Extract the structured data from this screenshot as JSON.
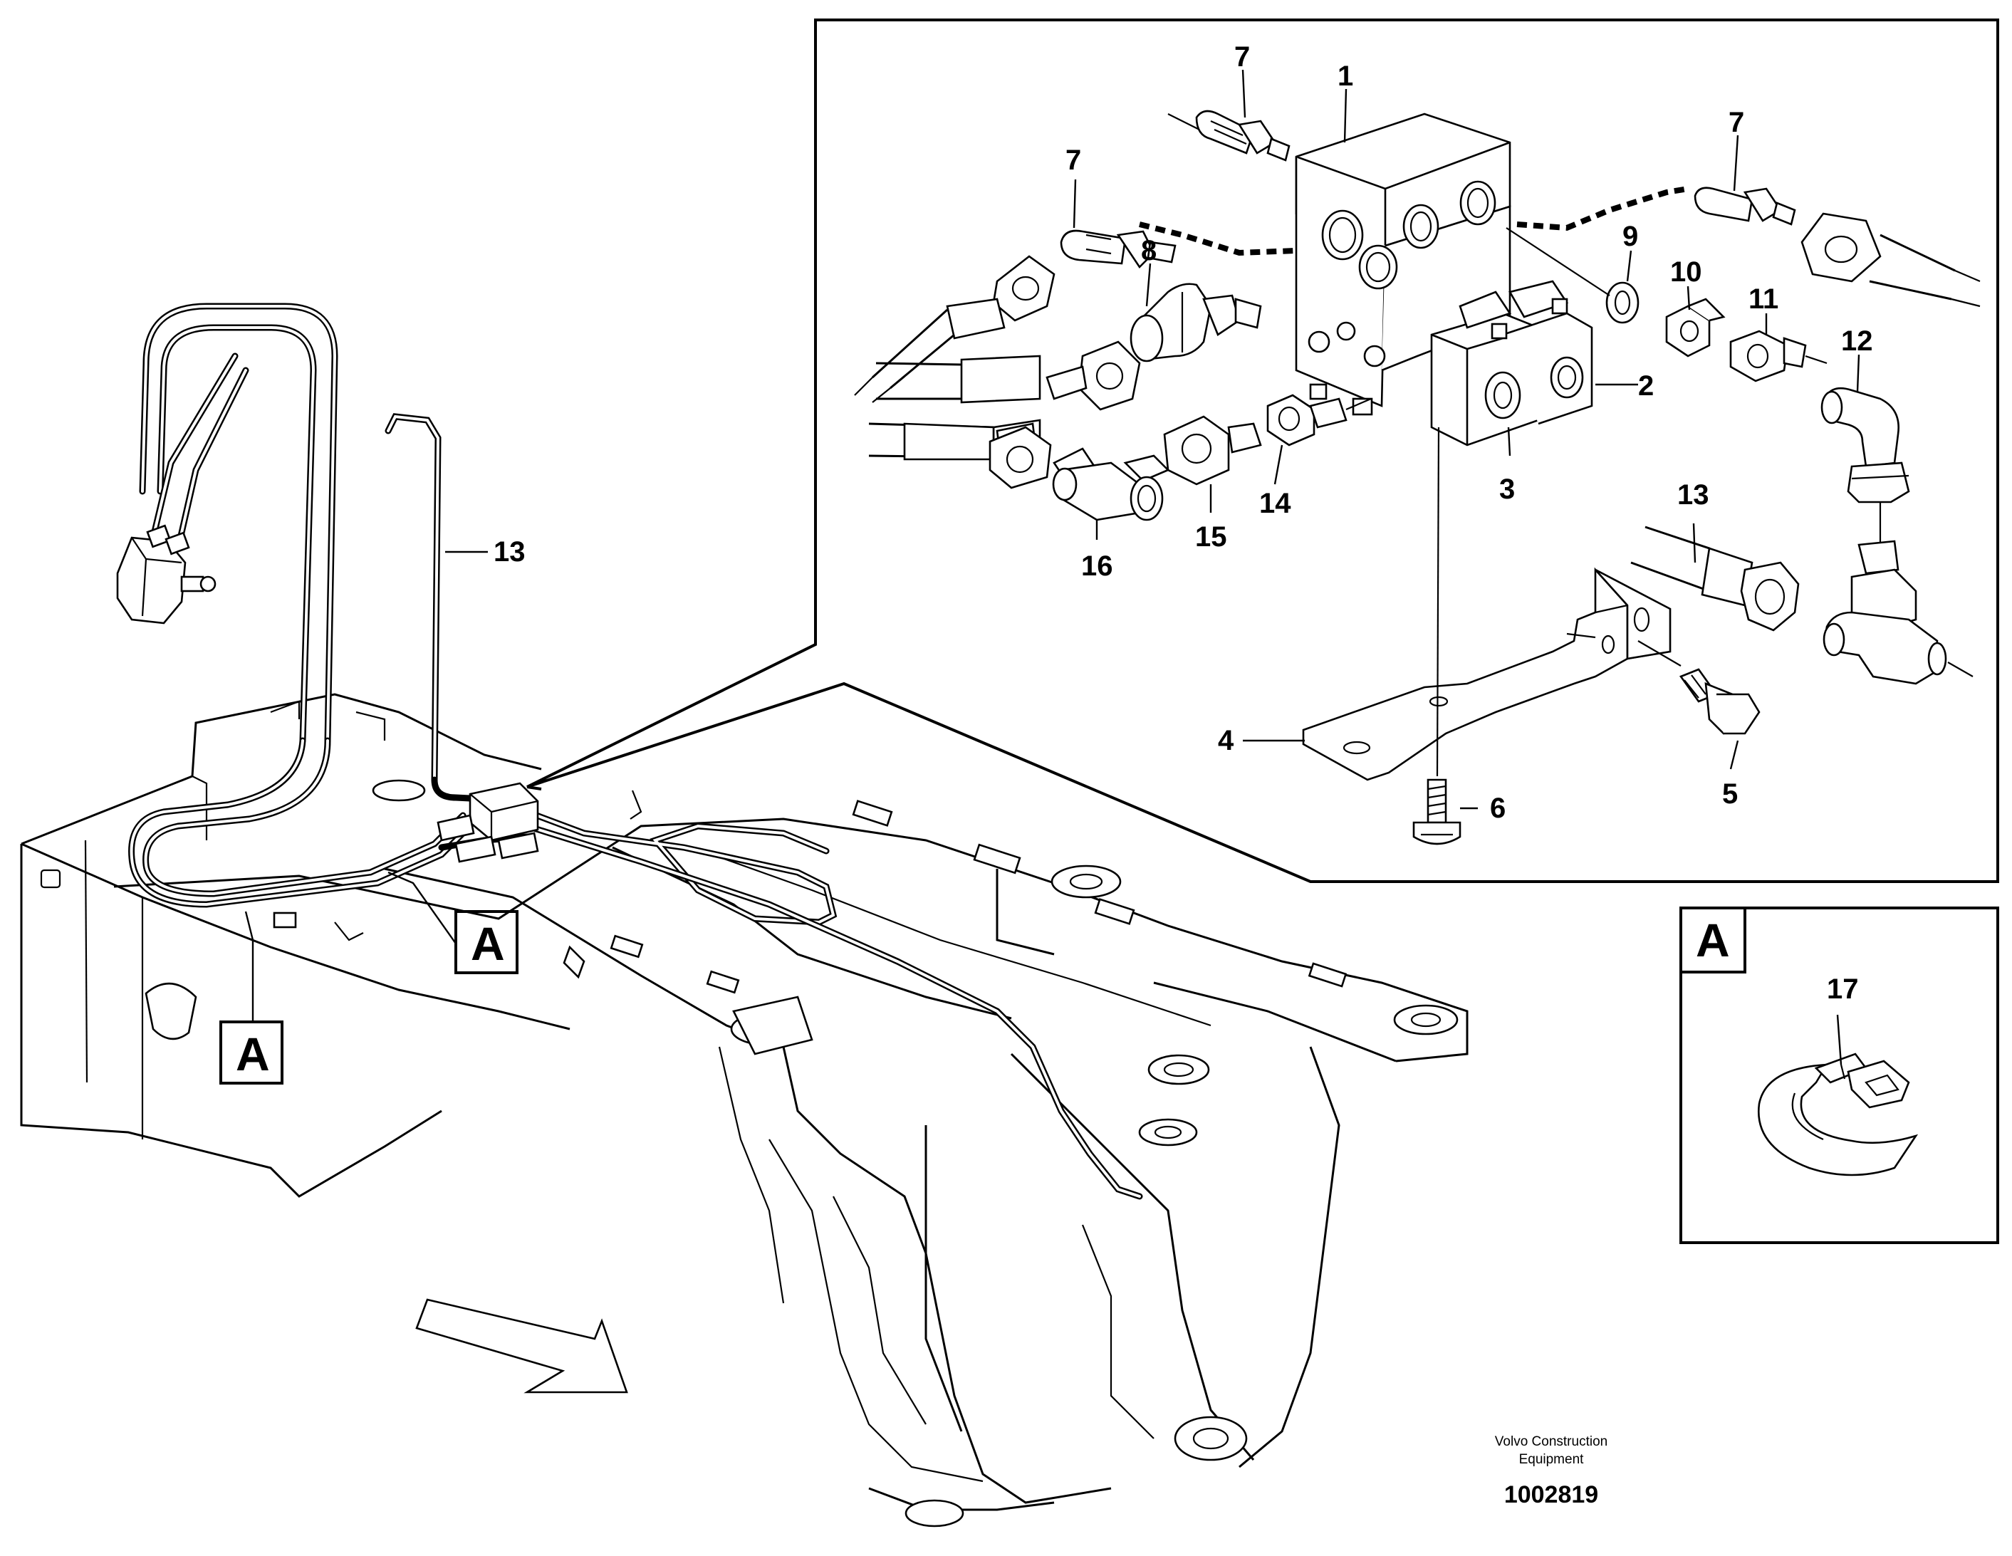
{
  "callouts": {
    "p1": "1",
    "p2": "2",
    "p3": "3",
    "p4": "4",
    "p5": "5",
    "p6": "6",
    "p7a": "7",
    "p7b": "7",
    "p7c": "7",
    "p8": "8",
    "p9": "9",
    "p10": "10",
    "p11": "11",
    "p12": "12",
    "p13_detail": "13",
    "p13_main": "13",
    "p14": "14",
    "p15": "15",
    "p16": "16",
    "p17": "17"
  },
  "view_markers": {
    "a1": "A",
    "a2": "A",
    "detail_label": "A"
  },
  "footer": {
    "company_line1": "Volvo Construction",
    "company_line2": "Equipment",
    "drawing_number": "1002819"
  },
  "icons": [
    "direction-arrow-icon",
    "hose-clamp-icon",
    "valve-block-icon"
  ]
}
